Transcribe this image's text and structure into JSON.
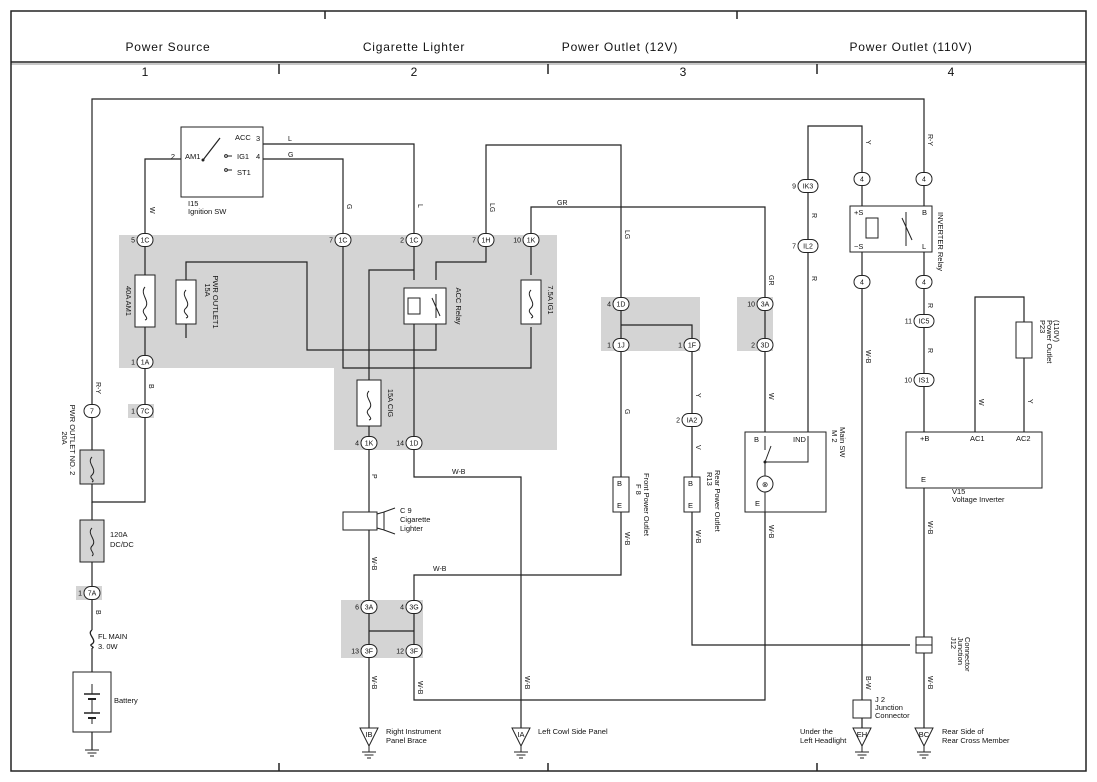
{
  "header": {
    "sections": [
      "Power Source",
      "Cigarette Lighter",
      "Power Outlet (12V)",
      "Power Outlet (110V)"
    ],
    "columns": [
      "1",
      "2",
      "3",
      "4"
    ]
  },
  "components": {
    "ignition_sw": {
      "id": "I15",
      "name": "Ignition SW",
      "terms": [
        "AM1",
        "ACC",
        "IG1",
        "ST1"
      ],
      "pins": [
        "2",
        "3",
        "4"
      ]
    },
    "fuse_40a": "40A AM1",
    "fuse_15a_pwr": "15A PWR OUTLET1",
    "acc_relay": "ACC Relay",
    "fuse_75a_ig1": "7.5A IG1",
    "fuse_15a_cig": "15A CIG",
    "fuse_20a": [
      "20A",
      "PWR OUTLET NO. 2"
    ],
    "fuse_120a": [
      "120A",
      "DC/DC"
    ],
    "fl_main": [
      "FL MAIN",
      "3. 0W"
    ],
    "battery": "Battery",
    "cig_lighter": [
      "C 9",
      "Cigarette",
      "Lighter"
    ],
    "front_outlet": [
      "F 8",
      "Front Power Outlet"
    ],
    "rear_outlet": [
      "R13",
      "Rear Power Outlet"
    ],
    "main_sw": [
      "M 2",
      "Main SW"
    ],
    "inverter_relay": "INVERTER Relay",
    "power_outlet_110": [
      "P23",
      "Power Outlet",
      "(110V)"
    ],
    "voltage_inverter": [
      "V15",
      "Voltage Inverter"
    ],
    "junction_connector": [
      "J12",
      "Junction",
      "Connector"
    ],
    "junction_connector_2": [
      "J 2",
      "Junction",
      "Connector"
    ]
  },
  "connectors": [
    "1C",
    "1C",
    "1C",
    "1H",
    "1K",
    "1A",
    "7C",
    "1K",
    "1D",
    "1D",
    "1J",
    "1F",
    "3A",
    "3D",
    "IA2",
    "7A",
    "3A",
    "3G",
    "3F",
    "3F",
    "IK3",
    "IL2",
    "IC5",
    "IS1",
    "7",
    "4",
    "4",
    "4",
    "4"
  ],
  "wire_colors": [
    "L",
    "G",
    "W",
    "G",
    "L",
    "LG",
    "GR",
    "LG",
    "B",
    "R-Y",
    "B",
    "P",
    "W-B",
    "W-B",
    "G",
    "Y",
    "V",
    "W",
    "GR",
    "W-B",
    "W-B",
    "W-B",
    "W-B",
    "W-B",
    "W-B",
    "Y",
    "R",
    "R",
    "R-Y",
    "R",
    "R",
    "W",
    "Y",
    "W-B",
    "W-B",
    "W-B",
    "B-W",
    "W-B"
  ],
  "grounds": [
    {
      "code": "IB",
      "label": [
        "Right Instrument",
        "Panel Brace"
      ]
    },
    {
      "code": "IA",
      "label": [
        "Left Cowl Side Panel"
      ]
    },
    {
      "code": "EH",
      "label": [
        "Under the",
        "Left Headlight"
      ]
    },
    {
      "code": "BC",
      "label": [
        "Rear Side of",
        "Rear Cross Member"
      ]
    }
  ],
  "pin_labels": {
    "inverter_relay": [
      "+S",
      "B",
      "−S",
      "L"
    ],
    "main_sw": [
      "B",
      "IND",
      "E"
    ],
    "voltage_inverter": [
      "+B",
      "AC1",
      "AC2",
      "E"
    ],
    "outlet": [
      "B",
      "E"
    ]
  },
  "pin_numbers": [
    "1",
    "2",
    "3",
    "4",
    "5",
    "6",
    "7",
    "9",
    "10",
    "11",
    "12",
    "13",
    "14"
  ]
}
